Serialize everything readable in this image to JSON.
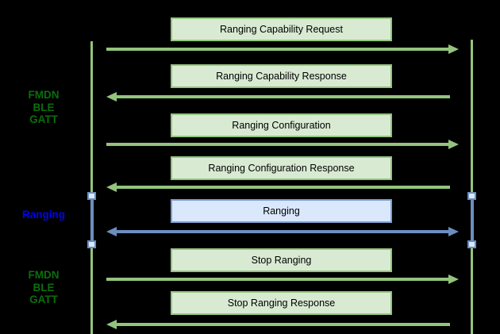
{
  "diagram": {
    "type": "sequence-diagram",
    "background": "#000000"
  },
  "colors": {
    "green_stroke": "#93c47d",
    "green_fill": "#d9ead3",
    "blue_stroke": "#6c8ebf",
    "blue_fill": "#dae8fc",
    "label_green": "#0b6e0b",
    "label_blue": "#0000ff",
    "message_text": "#000000"
  },
  "side_labels": [
    {
      "lines": [
        "FMDN",
        "BLE",
        "GATT"
      ],
      "color": "#0b6e0b"
    },
    {
      "lines": [
        "Ranging"
      ],
      "color": "#0000ff"
    },
    {
      "lines": [
        "FMDN",
        "BLE",
        "GATT"
      ],
      "color": "#0b6e0b"
    }
  ],
  "messages": [
    {
      "label": "Ranging Capability Request",
      "direction": "right",
      "style": "green"
    },
    {
      "label": "Ranging Capability Response",
      "direction": "left",
      "style": "green"
    },
    {
      "label": "Ranging Configuration",
      "direction": "right",
      "style": "green"
    },
    {
      "label": "Ranging Configuration Response",
      "direction": "left",
      "style": "green"
    },
    {
      "label": "Ranging",
      "direction": "both",
      "style": "blue"
    },
    {
      "label": "Stop Ranging",
      "direction": "right",
      "style": "green"
    },
    {
      "label": "Stop Ranging Response",
      "direction": "left",
      "style": "green"
    }
  ]
}
